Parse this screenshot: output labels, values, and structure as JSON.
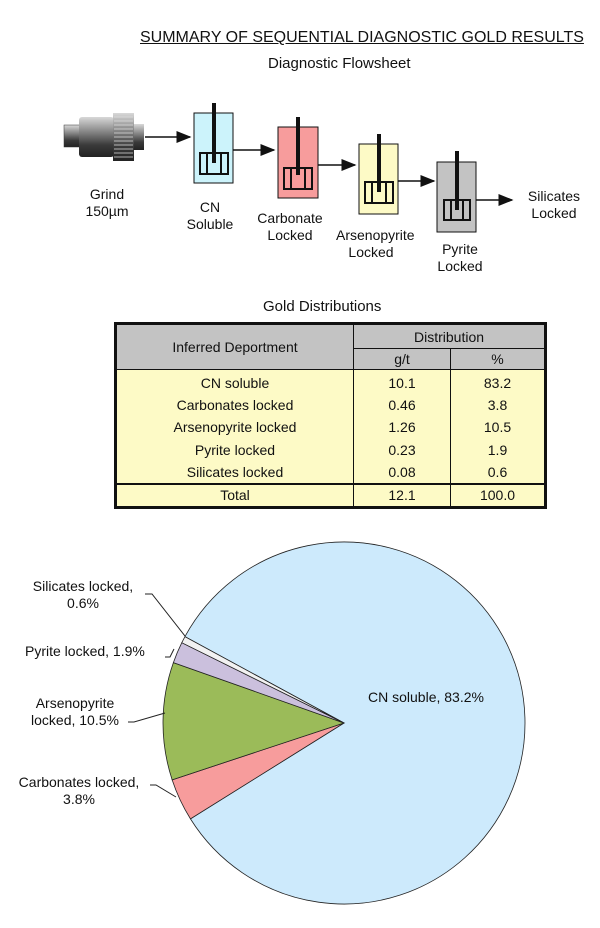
{
  "title": "SUMMARY OF SEQUENTIAL DIAGNOSTIC GOLD RESULTS",
  "flowsheet": {
    "heading": "Diagnostic Flowsheet",
    "stages": [
      {
        "name": "grind",
        "line1": "Grind",
        "line2": "150µm",
        "color": "#555555"
      },
      {
        "name": "cn-soluble",
        "line1": "CN",
        "line2": "Soluble",
        "color": "#ccf3fb"
      },
      {
        "name": "carbonate-locked",
        "line1": "Carbonate",
        "line2": "Locked",
        "color": "#f79c9c"
      },
      {
        "name": "arsenopyrite-locked",
        "line1": "Arsenopyrite",
        "line2": "Locked",
        "color": "#fdfac6"
      },
      {
        "name": "pyrite-locked",
        "line1": "Pyrite",
        "line2": "Locked",
        "color": "#c3c3c3"
      },
      {
        "name": "silicates-locked",
        "line1": "Silicates",
        "line2": "Locked",
        "color": ""
      }
    ]
  },
  "table": {
    "heading": "Gold Distributions",
    "col_dept": "Inferred Deportment",
    "col_dist": "Distribution",
    "col_gt": "g/t",
    "col_pct": "%",
    "rows": [
      {
        "dept": "CN soluble",
        "gt": "10.1",
        "pct": "83.2"
      },
      {
        "dept": "Carbonates locked",
        "gt": "0.46",
        "pct": "3.8"
      },
      {
        "dept": "Arsenopyrite locked",
        "gt": "1.26",
        "pct": "10.5"
      },
      {
        "dept": "Pyrite locked",
        "gt": "0.23",
        "pct": "1.9"
      },
      {
        "dept": "Silicates locked",
        "gt": "0.08",
        "pct": "0.6"
      }
    ],
    "total": {
      "dept": "Total",
      "gt": "12.1",
      "pct": "100.0"
    }
  },
  "chart_data": {
    "type": "pie",
    "title": "",
    "categories": [
      "CN soluble",
      "Carbonates locked",
      "Arsenopyrite locked",
      "Pyrite locked",
      "Silicates locked"
    ],
    "values": [
      83.2,
      3.8,
      10.5,
      1.9,
      0.6
    ],
    "colors": [
      "#cdeafc",
      "#f79c9c",
      "#9bbb59",
      "#cbc0dd",
      "#f2f2f2"
    ],
    "labels": {
      "cn": "CN soluble, 83.2%",
      "carb_1": "Carbonates locked,",
      "carb_2": "3.8%",
      "arseno_1": "Arsenopyrite",
      "arseno_2": "locked, 10.5%",
      "pyrite": "Pyrite locked, 1.9%",
      "sil_1": "Silicates locked,",
      "sil_2": "0.6%"
    },
    "legend": "none (data labels with leader lines)"
  }
}
